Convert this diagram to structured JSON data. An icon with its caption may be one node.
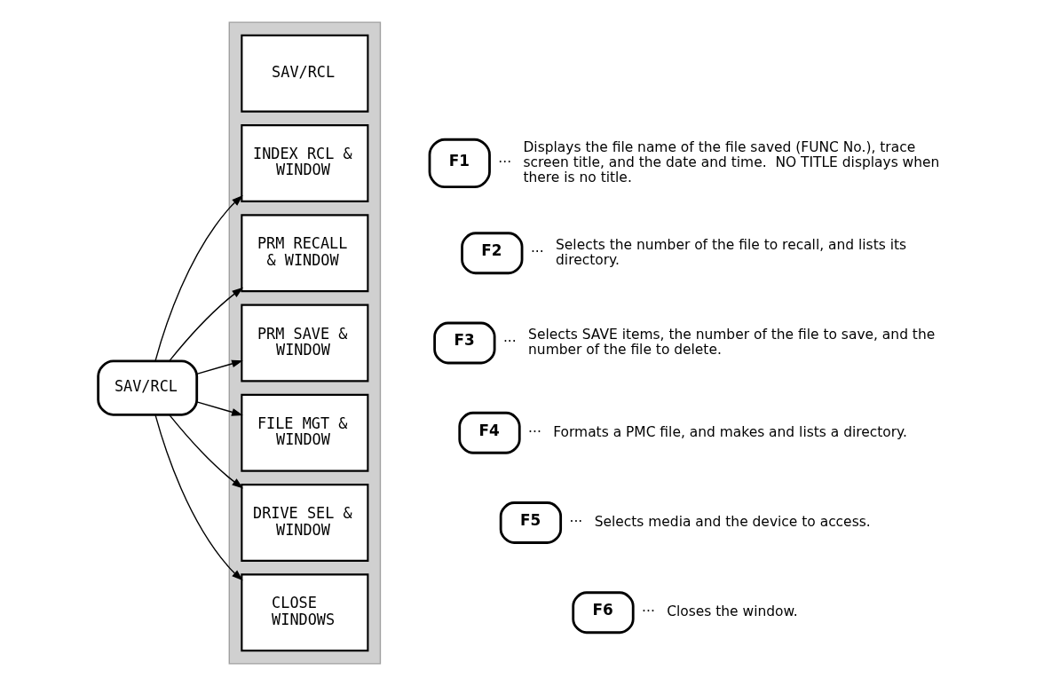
{
  "diagram": {
    "nodes": [
      {
        "text": [
          "SAV/RCL"
        ]
      },
      {
        "text": [],
        "shape": "box"
      },
      {
        "text": [
          "SAV/RCL"
        ],
        "in": 1
      },
      {
        "text": [
          "INDEX RCL & WINDOW"
        ],
        "in": 1
      },
      {
        "text": [
          "PRM RECALL & WINDOW"
        ],
        "in": 1
      },
      {
        "text": [
          "PRM SAVE & WINDOW"
        ],
        "in": 1
      },
      {
        "text": [
          "FILE MGT & WINDOW"
        ],
        "in": 1
      },
      {
        "text": [
          "DRIVE SEL & WINDOW"
        ],
        "in": 1
      },
      {
        "text": [
          "CLOSE WINDOWS"
        ],
        "in": 1
      },
      {
        "text": [
          "F1"
        ],
        "beside": [
          "···",
          "Displays the file name of the file saved (FUNC No.), trace screen title, and the date and time.  NO TITLE displays when there is no title."
        ]
      },
      {
        "text": [
          "F2"
        ],
        "beside": [
          "···",
          "Selects the number of the file to recall, and lists its directory."
        ]
      },
      {
        "text": [
          "F3"
        ],
        "beside": [
          "···",
          "Selects SAVE items, the number of the file to save, and the number of the file to delete."
        ]
      },
      {
        "text": [
          "F4"
        ],
        "beside": [
          "···",
          "Formats a PMC file, and makes and lists a directory."
        ]
      },
      {
        "text": [
          "F5"
        ],
        "beside": [
          "···",
          "Selects media and the device to access."
        ]
      },
      {
        "text": [
          "F6"
        ],
        "beside": [
          "···",
          "Closes the window."
        ]
      }
    ],
    "edges": [
      {
        "from": 0,
        "to": 3,
        "arrow": "to"
      },
      {
        "from": 0,
        "to": 4,
        "arrow": "to"
      },
      {
        "from": 0,
        "to": 5,
        "arrow": "to"
      },
      {
        "from": 0,
        "to": 6,
        "arrow": "to"
      },
      {
        "from": 0,
        "to": 7,
        "arrow": "to"
      },
      {
        "from": 0,
        "to": 8,
        "arrow": "to"
      }
    ]
  }
}
